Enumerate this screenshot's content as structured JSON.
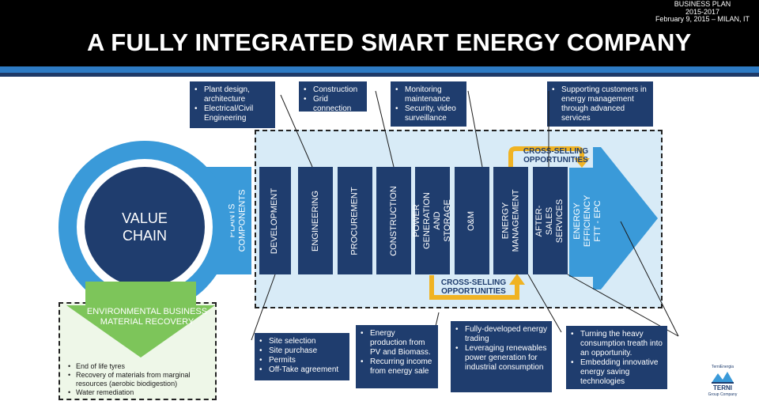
{
  "header": {
    "title": "A FULLY INTEGRATED SMART ENERGY COMPANY",
    "meta_line1": "BUSINESS PLAN",
    "meta_line2": "2015-2017",
    "meta_line3": "February 9, 2015 – MILAN, IT"
  },
  "top_boxes": [
    {
      "items": [
        "Plant design, architecture",
        "Electrical/Civil Engineering"
      ]
    },
    {
      "items": [
        "Construction",
        "Grid connection"
      ]
    },
    {
      "items": [
        "Monitoring maintenance",
        "Security, video surveillance"
      ]
    },
    {
      "items": [
        "Supporting customers in energy management through advanced services"
      ]
    }
  ],
  "value_chain": {
    "label": "VALUE CHAIN"
  },
  "stages": {
    "solar": "SOLAR AND BIOMASS PLANTS COMPONENTS",
    "development": "DEVELOPMENT",
    "engineering": "ENGINEERING",
    "procurement": "PROCUREMENT",
    "construction": "CONSTRUCTION",
    "power": "POWER GENERATION AND STORAGE",
    "om": "O&M",
    "energy_mgmt": "ENERGY MANAGEMENT",
    "after_sales": "AFTER-SALES SERVICES",
    "efficiency": "ENERGY EFFICIENCY FTT - EPC"
  },
  "cross_selling_top": "CROSS-SELLING OPPORTUNITIES",
  "cross_selling_bottom": "CROSS-SELLING OPPORTUNITIES",
  "environmental": {
    "label": "ENVIRONMENTAL BUSINESS MATERIAL RECOVERY",
    "items": [
      "End of life tyres",
      "Recovery of materials from marginal resources (aerobic biodigestion)",
      "Water remediation"
    ]
  },
  "bottom_boxes": [
    {
      "items": [
        "Site selection",
        "Site purchase",
        "Permits",
        "Off-Take agreement"
      ]
    },
    {
      "items": [
        "Energy production from PV and Biomass.",
        "Recurring income from energy sale"
      ]
    },
    {
      "items": [
        "Fully-developed energy trading",
        "Leveraging renewables power generation for industrial consumption"
      ]
    },
    {
      "items": [
        "Turning the heavy consumption treath into an opportunity.",
        "Embedding innovative energy saving technologies"
      ]
    }
  ],
  "logo": {
    "brand": "TerniEnergia",
    "word": "TERNI",
    "sub": "Group Company"
  },
  "colors": {
    "navy": "#1f3d6e",
    "blue": "#3a9ad9",
    "green": "#7dc55a",
    "gold": "#f0b323",
    "panel": "#d8ebf7"
  }
}
